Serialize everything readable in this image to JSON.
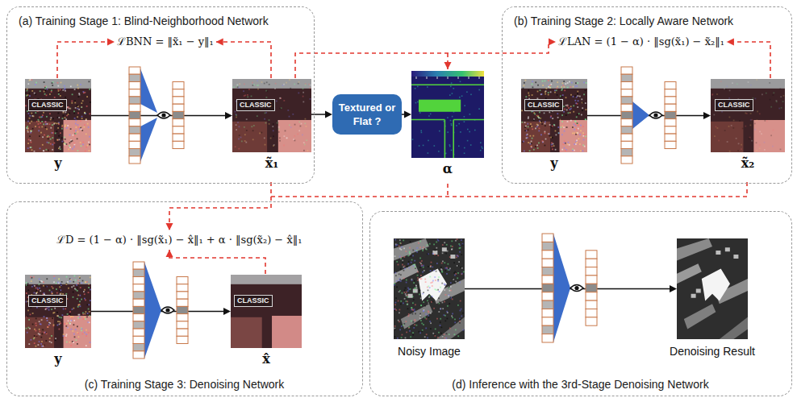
{
  "diagram": {
    "nodes": [
      {
        "text": [
          "(a) Training Stage 1: Blind-Neighborhood Network"
        ]
      },
      {
        "text": [
          "y"
        ],
        "in": 0
      },
      {
        "text": [
          "x̃₁"
        ],
        "in": 0
      },
      {
        "text": [
          "Textured or Flat ?"
        ]
      },
      {
        "text": [
          "α"
        ]
      },
      {
        "text": [
          "(b) Training Stage 2: Locally Aware Network"
        ]
      },
      {
        "text": [
          "y"
        ],
        "in": 5
      },
      {
        "text": [
          "x̃₂"
        ],
        "in": 5
      },
      {
        "text": [
          "(c) Training Stage 3: Denoising Network"
        ]
      },
      {
        "text": [
          "y"
        ],
        "in": 8
      },
      {
        "text": [
          "x̂"
        ],
        "in": 8
      },
      {
        "text": [
          "(d) Inference with the 3rd-Stage Denoising Network"
        ]
      },
      {
        "text": [
          "Noisy Image"
        ],
        "in": 11
      },
      {
        "text": [
          "Denoising Result"
        ],
        "in": 11
      }
    ],
    "edges": [
      {
        "from": 1,
        "to": 2,
        "arrow": "to"
      },
      {
        "from": 2,
        "to": 3,
        "arrow": "to"
      },
      {
        "from": 3,
        "to": 4,
        "arrow": "to"
      },
      {
        "from": 6,
        "to": 7,
        "arrow": "to"
      },
      {
        "from": 9,
        "to": 10,
        "arrow": "to"
      },
      {
        "from": 12,
        "to": 13,
        "arrow": "to"
      }
    ],
    "labels": [
      "ℒBNN = ‖x̃₁ − y‖₁",
      "CLASSIC",
      "CLASSIC",
      "ℒLAN = (1 − α) · ‖sg(x̃₁) − x̃₂‖₁",
      "CLASSIC",
      "CLASSIC",
      "ℒD = (1 − α) · ‖sg(x̃₁) − x̂‖₁ + α · ‖sg(x̃₂) − x̂‖₁",
      "CLASSIC",
      "CLASSIC"
    ]
  }
}
